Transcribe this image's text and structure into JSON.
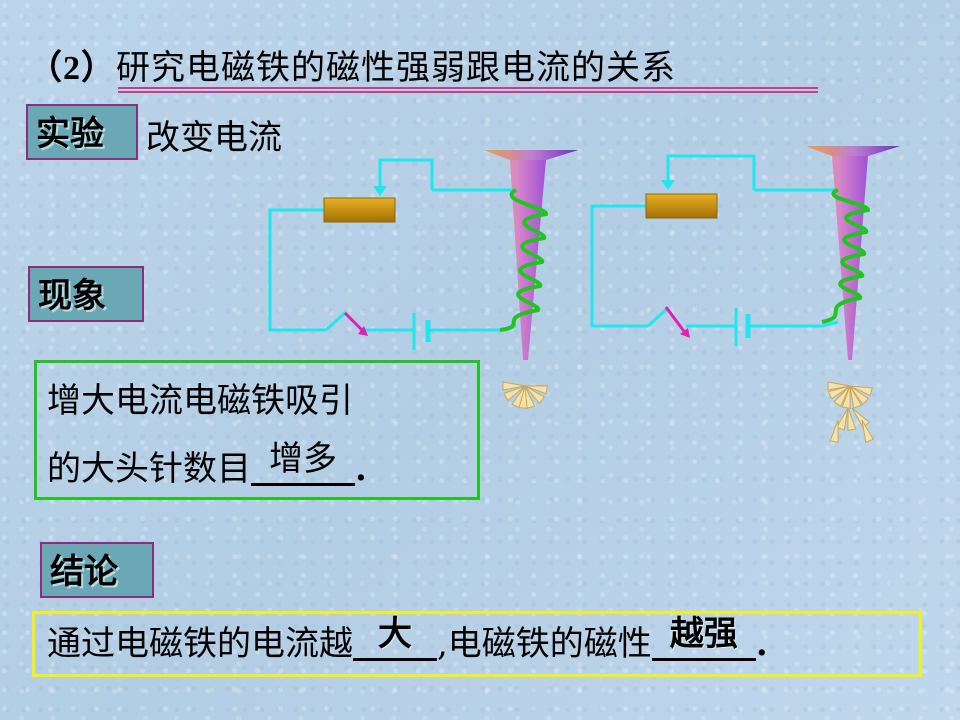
{
  "title": {
    "number": "（2）",
    "text": "研究电磁铁的磁性强弱跟电流的关系"
  },
  "experiment": {
    "tag": "实验",
    "text": "改变电流"
  },
  "phenomenon": {
    "tag": "现象",
    "line1": "增大电流电磁铁吸引",
    "line2_prefix": "的大头针数目",
    "answer": "增多",
    "end": "."
  },
  "conclusion": {
    "tag": "结论",
    "prefix": "通过电磁铁的电流越",
    "answer1": "大",
    "mid": ",电磁铁的磁性",
    "answer2": "越强",
    "end": "."
  },
  "colors": {
    "wire": "#22e6ee",
    "coil": "#22c422",
    "rheostat": "#c8960a",
    "switch_arrow": "#e020b0",
    "underline": "#c4408c",
    "tag_bg": "#6aa8b6"
  }
}
